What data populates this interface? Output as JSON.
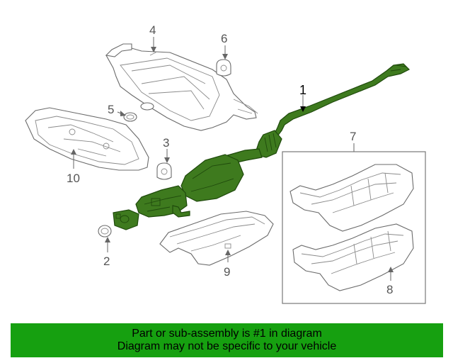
{
  "callouts": {
    "c1": "1",
    "c2": "2",
    "c3": "3",
    "c4": "4",
    "c5": "5",
    "c6": "6",
    "c7": "7",
    "c8": "8",
    "c9": "9",
    "c10": "10"
  },
  "highlight_color": "#3e7a1e",
  "banner": {
    "line1": "Part or sub-assembly is #1 in diagram",
    "line2": "Diagram may not be specific to your vehicle",
    "color": "#16a010"
  }
}
